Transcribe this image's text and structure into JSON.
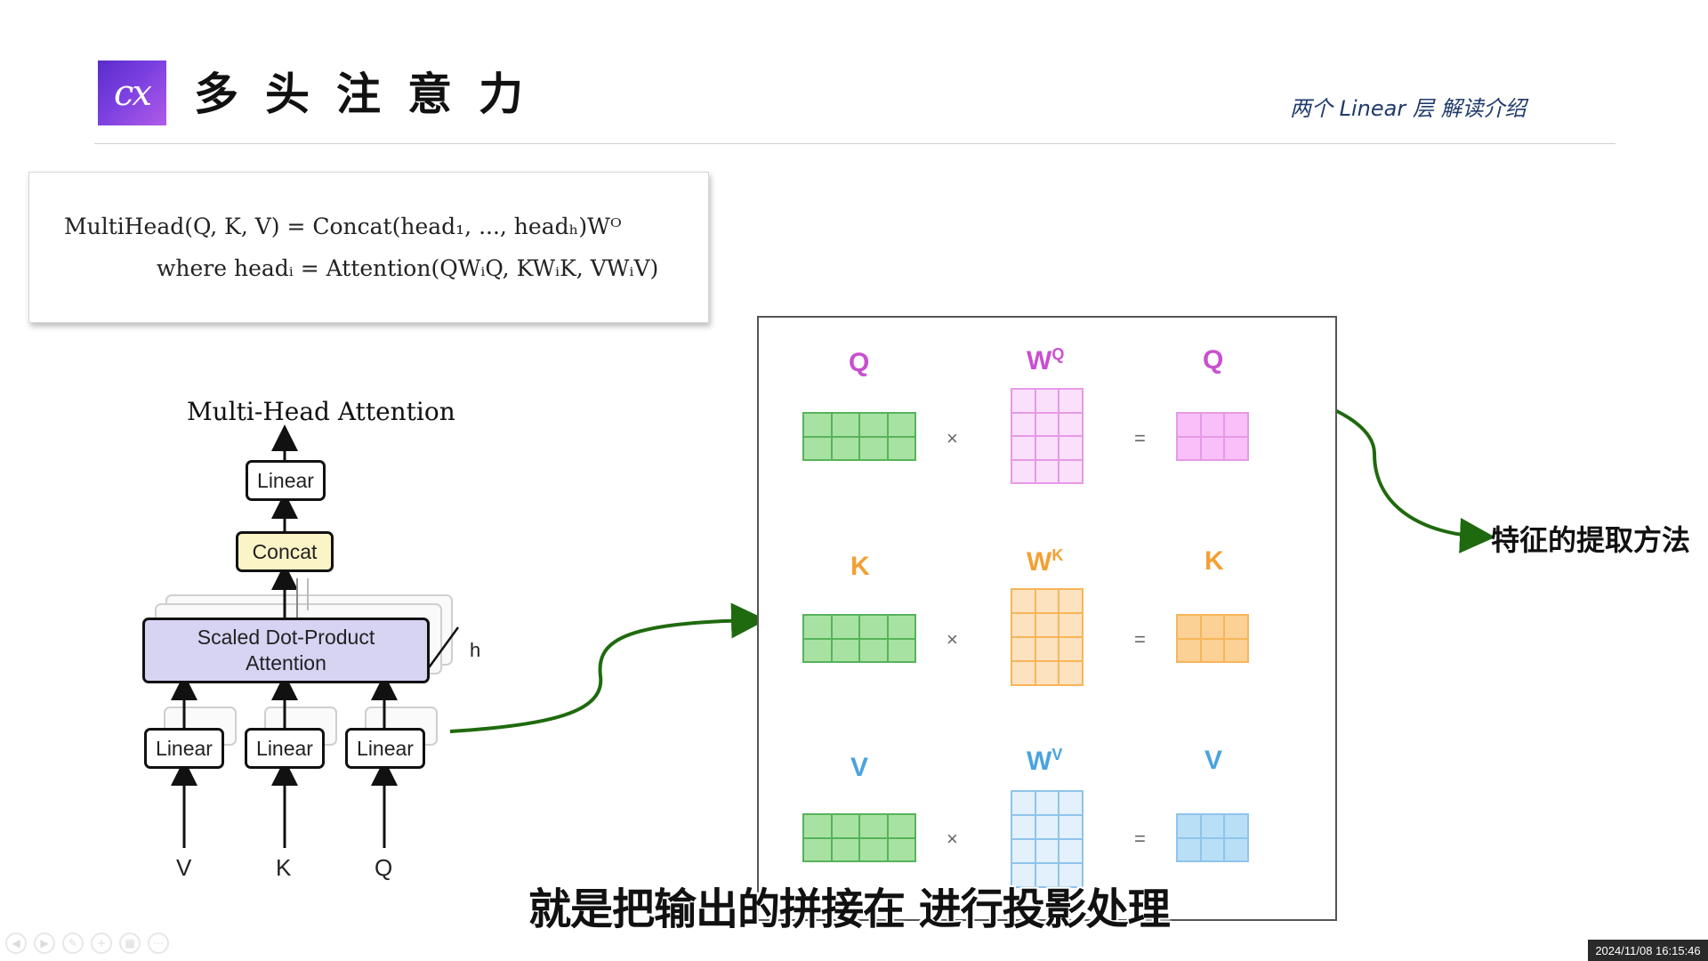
{
  "header": {
    "logo_text": "cx",
    "title": "多头注意力",
    "subtitle": "两个 Linear 层 解读介绍"
  },
  "formula": {
    "line1": "MultiHead(Q, K, V) = Concat(head₁, ..., headₕ)Wᴼ",
    "line2": "where headᵢ = Attention(QWᵢQ, KWᵢK, VWᵢV)"
  },
  "diagram": {
    "title": "Multi-Head Attention",
    "top_linear": "Linear",
    "concat": "Concat",
    "sdpa_line1": "Scaled Dot-Product",
    "sdpa_line2": "Attention",
    "h_label": "h",
    "bottom_linears": [
      "Linear",
      "Linear",
      "Linear"
    ],
    "inputs": [
      "V",
      "K",
      "Q"
    ]
  },
  "projection": {
    "rows": [
      {
        "left": "Q",
        "weight_base": "W",
        "weight_sup": "Q",
        "right": "Q",
        "color": "#c94fd0"
      },
      {
        "left": "K",
        "weight_base": "W",
        "weight_sup": "K",
        "right": "K",
        "color": "#f2a035"
      },
      {
        "left": "V",
        "weight_base": "W",
        "weight_sup": "V",
        "right": "V",
        "color": "#4aa3df"
      }
    ],
    "times": "×",
    "equals": "="
  },
  "annotation": "特征的提取方法",
  "caption": "就是把输出的拼接在 进行投影处理",
  "timestamp": "2024/11/08 16:15:46",
  "colors": {
    "arrow_green": "#1f6a0e",
    "sdpa_fill": "#d6d3f3",
    "concat_fill": "#fbf4c6"
  }
}
